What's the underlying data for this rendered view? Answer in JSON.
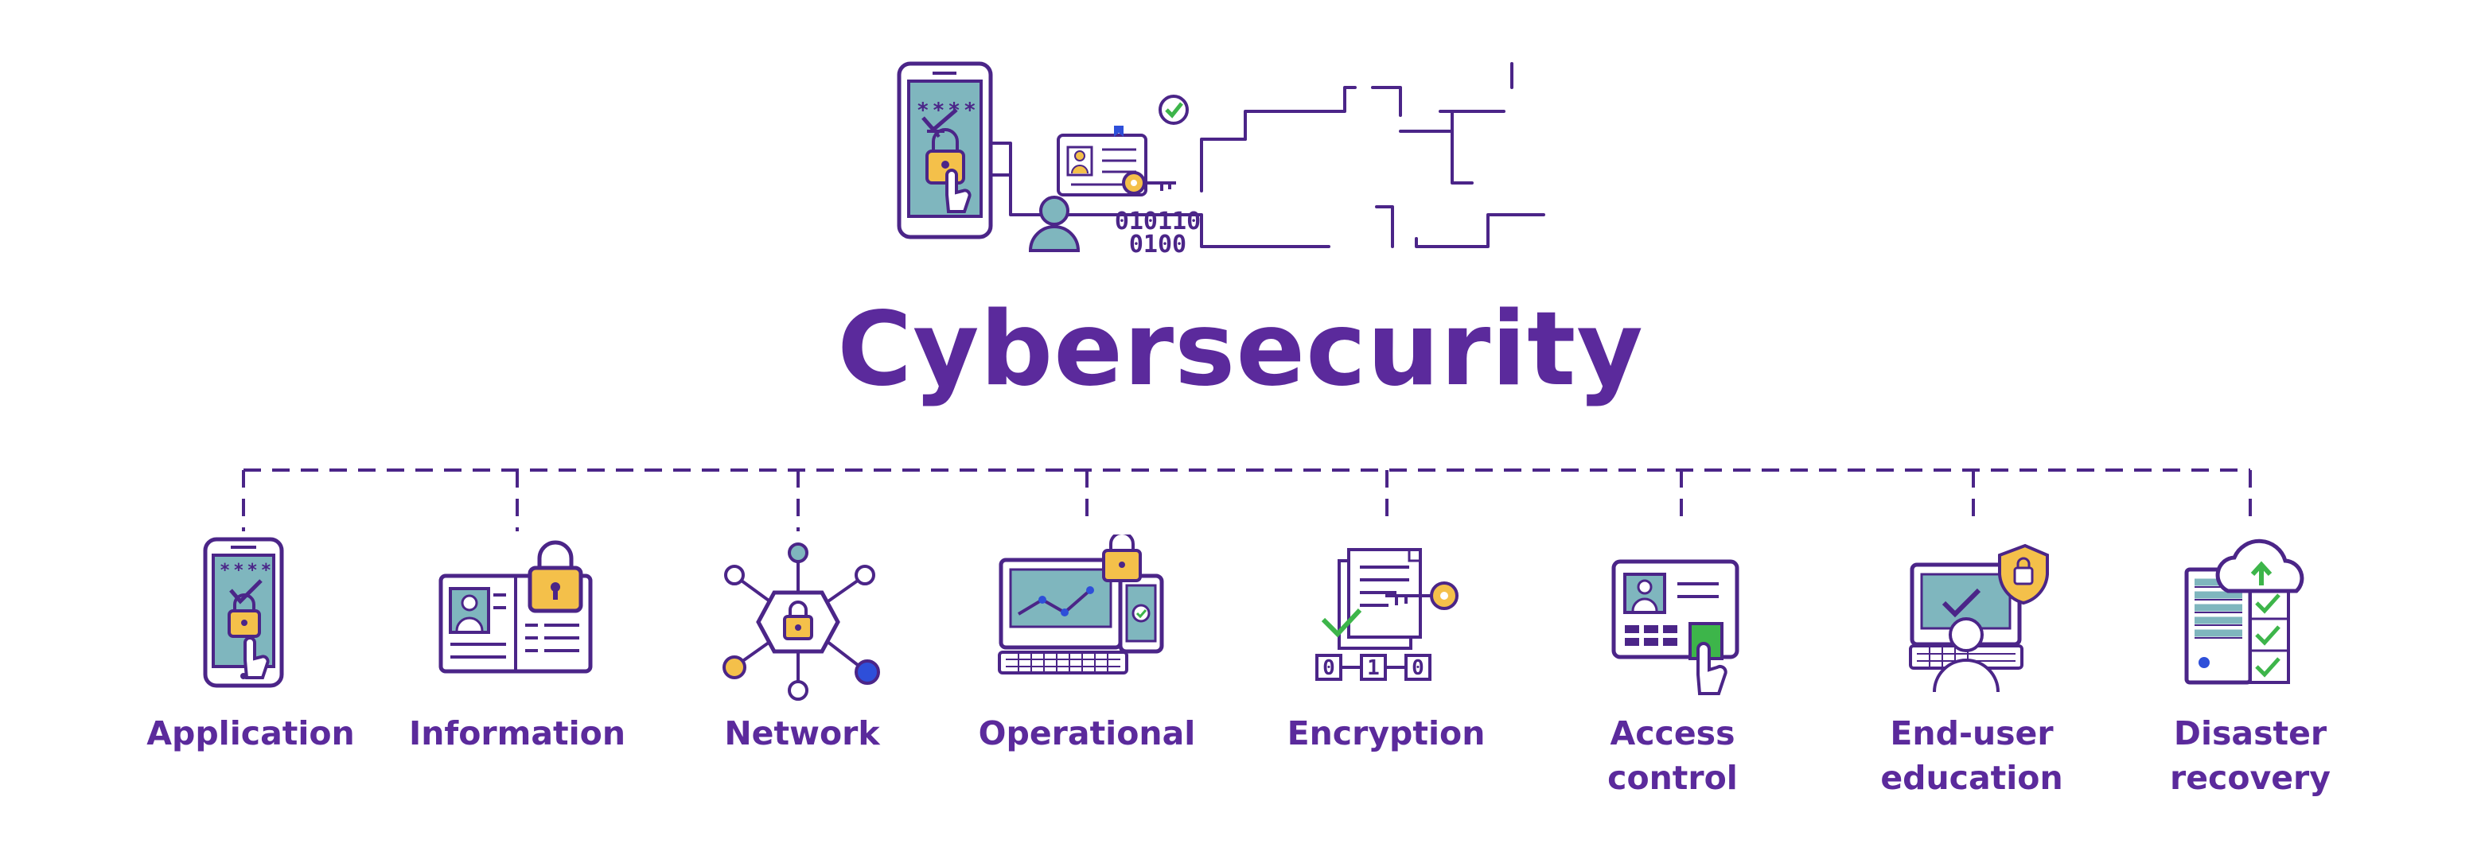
{
  "title": "Cybersecurity",
  "hero": {
    "password_mask": "****",
    "binary_line_1": "010110",
    "binary_line_2": "0100"
  },
  "categories": [
    {
      "label": "Application",
      "icon": "phone-lock-icon"
    },
    {
      "label": "Information",
      "icon": "id-card-lock-icon"
    },
    {
      "label": "Network",
      "icon": "network-lock-icon"
    },
    {
      "label": "Operational",
      "icon": "monitor-chart-lock-icon"
    },
    {
      "label": "Encryption",
      "icon": "document-key-icon"
    },
    {
      "label": "Access\ncontrol",
      "icon": "id-terminal-icon"
    },
    {
      "label": "End-user\neducation",
      "icon": "user-computer-shield-icon"
    },
    {
      "label": "Disaster\nrecovery",
      "icon": "server-cloud-icon"
    }
  ],
  "encryption_bits": [
    "0",
    "1",
    "0"
  ],
  "colors": {
    "title": "#5b2a9c",
    "outline": "#4b2588",
    "screen": "#7fb6be",
    "lock": "#f4c04a",
    "accent_blue": "#2e4fd9",
    "check_green": "#3db54a"
  }
}
